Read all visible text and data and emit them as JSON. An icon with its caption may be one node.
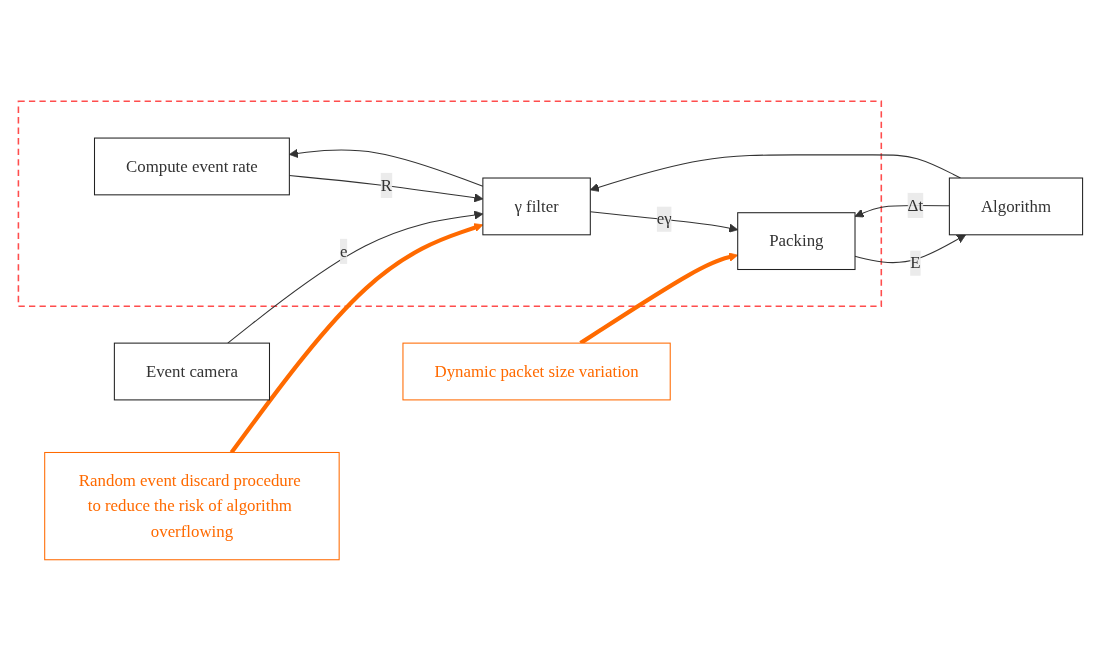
{
  "diagram": {
    "nodes": [
      {
        "text": [],
        "shape": "box"
      },
      {
        "text": [
          "Event camera"
        ]
      },
      {
        "text": [
          "Compute event rate"
        ],
        "in": 0
      },
      {
        "text": [
          "γ filter"
        ],
        "in": 0
      },
      {
        "text": [
          "Packing"
        ],
        "in": 0
      },
      {
        "text": [
          "Algorithm"
        ]
      },
      {
        "text": [
          "Random event discard procedure to reduce the risk of algorithm overflowing"
        ]
      },
      {
        "text": [
          "Dynamic packet size variation"
        ]
      }
    ],
    "edges": [
      {
        "from": 1,
        "to": 3,
        "arrow": "to",
        "label": "e"
      },
      {
        "from": 3,
        "to": 4,
        "arrow": "to",
        "label": "eγ"
      },
      {
        "from": 3,
        "to": 2,
        "arrow": "to"
      },
      {
        "from": 2,
        "to": 3,
        "arrow": "to",
        "label": "R"
      },
      {
        "from": 4,
        "to": 5,
        "arrow": "to",
        "label": "E"
      },
      {
        "from": 5,
        "to": 4,
        "arrow": "to",
        "label": "Δt"
      },
      {
        "from": 5,
        "to": 3,
        "arrow": "to"
      },
      {
        "from": 6,
        "to": 3,
        "arrow": "to",
        "style": "thick",
        "color": "#ff6a00"
      },
      {
        "from": 7,
        "to": 4,
        "arrow": "to",
        "style": "thick",
        "color": "#ff6a00"
      }
    ]
  }
}
